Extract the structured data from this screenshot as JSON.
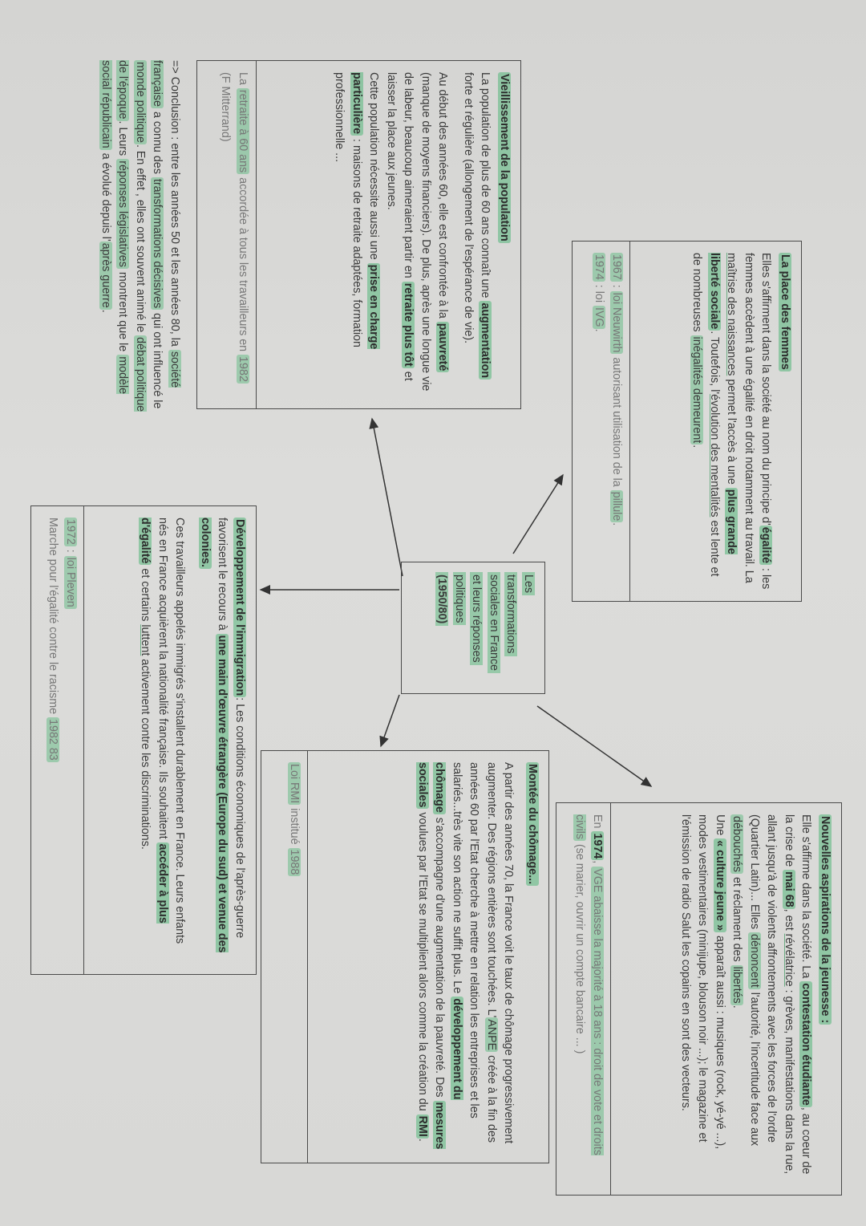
{
  "center": {
    "lines": [
      "Les",
      "transformations",
      "sociales en France",
      "et leurs réponses",
      "politiques",
      "(1950/80)"
    ]
  },
  "vieillissement": {
    "title": [
      {
        "t": "Vieillissement de la population",
        "s": "b"
      }
    ],
    "p1": [
      {
        "t": "La population de plus de 60 ans connaît une "
      },
      {
        "t": "augmentation",
        "s": "b"
      },
      {
        "t": " forte et régulière (allongement de l'espérance de vie)."
      }
    ],
    "p2": [
      {
        "t": "Au début des années 60, elle est confrontée à la "
      },
      {
        "t": "pauvreté",
        "s": "b"
      },
      {
        "t": " (manque de moyens financiers). De plus, après une longue vie de labeur, beaucoup aimeraient partir en "
      },
      {
        "t": "retraite plus tôt",
        "s": "b"
      },
      {
        "t": " et laisser la place aux jeunes."
      }
    ],
    "p3": [
      {
        "t": "Cette population nécessite aussi une "
      },
      {
        "t": "prise en charge particulière",
        "s": "b"
      },
      {
        "t": " : maisons de retraite adaptées, formation professionnelle ..."
      }
    ],
    "footer": [
      {
        "t": "La "
      },
      {
        "t": "retraite à 60 ans",
        "s": "h"
      },
      {
        "t": " accordée à tous les travailleurs en "
      },
      {
        "t": "1982",
        "s": "h"
      },
      {
        "t": " (F Mitterrand)"
      }
    ]
  },
  "conclusion": [
    {
      "t": "=> Conclusion : entre les années 50 et les années 80, la "
    },
    {
      "t": "société française",
      "s": "h"
    },
    {
      "t": " a connu des "
    },
    {
      "t": "transformations décisives",
      "s": "h"
    },
    {
      "t": " qui ont influencé le "
    },
    {
      "t": "monde politique",
      "s": "h"
    },
    {
      "t": ". En effet , elles ont souvent animé le "
    },
    {
      "t": "débat politique de l'époque",
      "s": "h"
    },
    {
      "t": ". Leurs "
    },
    {
      "t": "réponses législatives",
      "s": "h"
    },
    {
      "t": " montrent que le "
    },
    {
      "t": "modèle social républicain",
      "s": "h"
    },
    {
      "t": " a évolué depuis l'"
    },
    {
      "t": "après guerre",
      "s": "h"
    },
    {
      "t": "."
    }
  ],
  "femmes": {
    "title": [
      {
        "t": "La place des femmes",
        "s": "b"
      }
    ],
    "p1": [
      {
        "t": "Elles s'affirment dans la société au nom du principe d'"
      },
      {
        "t": "égalité",
        "s": "b"
      },
      {
        "t": " : les femmes accèdent à une égalité en droit notamment au travail. La "
      },
      {
        "t": "maîtrise des naissances",
        "s": "u"
      },
      {
        "t": " permet l'accès à une "
      },
      {
        "t": "plus grande liberté sociale",
        "s": "b"
      },
      {
        "t": ". Toutefois, l'"
      },
      {
        "t": "évolution des mentalités",
        "s": "u"
      },
      {
        "t": " est lente et de nombreuses "
      },
      {
        "t": "inégalités demeurent",
        "s": "h"
      },
      {
        "t": "."
      }
    ],
    "footer1": [
      {
        "t": "1967",
        "s": "h"
      },
      {
        "t": " : "
      },
      {
        "t": "loi Neuwirth",
        "s": "h"
      },
      {
        "t": " autorisant utilisation de la "
      },
      {
        "t": "pillule",
        "s": "h"
      },
      {
        "t": "."
      }
    ],
    "footer2": [
      {
        "t": "1974",
        "s": "h"
      },
      {
        "t": " : loi "
      },
      {
        "t": "IVG",
        "s": "h"
      },
      {
        "t": "."
      }
    ]
  },
  "jeunesse": {
    "title": [
      {
        "t": "Nouvelles aspirations de la jeunesse :",
        "s": "b"
      }
    ],
    "p1": [
      {
        "t": "Elle s'affirme dans la société. La "
      },
      {
        "t": "contestation étudiante",
        "s": "b"
      },
      {
        "t": ", au coeur de la crise de "
      },
      {
        "t": "mai 68",
        "s": "b"
      },
      {
        "t": ", est "
      },
      {
        "t": "révélatrice",
        "s": "u"
      },
      {
        "t": " : grèves, manifestations dans la rue, allant jusqu'à de violents affrontements avec les forces de l'ordre (Quartier Latin)... Elles "
      },
      {
        "t": "dénoncent",
        "s": "h"
      },
      {
        "t": " l'autorité, l'incertitude face aux "
      },
      {
        "t": "débouchés",
        "s": "h"
      },
      {
        "t": " et réclament des "
      },
      {
        "t": "libertés",
        "s": "h"
      },
      {
        "t": "."
      }
    ],
    "p2": [
      {
        "t": "Une "
      },
      {
        "t": "« culture jeune »",
        "s": "b"
      },
      {
        "t": " apparaît aussi : musiques (rock, yé-yé ...), modes vestimentaires (minijupe, blouson noir ...); le magazine et l'émission de radio Salut les copains en sont des vecteurs."
      }
    ],
    "footer": [
      {
        "t": "En "
      },
      {
        "t": "1974",
        "s": "b"
      },
      {
        "t": ", "
      },
      {
        "t": "VGE abaisse la majorité à 18 ans : droit de vote et droits civils",
        "s": "h"
      },
      {
        "t": " (se marier, ouvrir un compte bancaire ... )"
      }
    ]
  },
  "chomage": {
    "title": [
      {
        "t": "Montée du chômage...",
        "s": "b"
      }
    ],
    "p1": [
      {
        "t": "A partir des années 70, la France voit le taux de chômage progressivement augmenter. Des régions entières sont touchées. L'"
      },
      {
        "t": "ANPE",
        "s": "h"
      },
      {
        "t": " créée à la fin des années 60 par l'Etat cherche à mettre en relation les entreprises et les salariés...très vite son action ne suffit plus. Le "
      },
      {
        "t": "développement du chômage",
        "s": "b"
      },
      {
        "t": " s'accompagne d'une augmentation de la pauvreté. Des "
      },
      {
        "t": "mesures sociales",
        "s": "b"
      },
      {
        "t": " voulues par l'Etat se multiplient alors comme la création du "
      },
      {
        "t": "RMI",
        "s": "b"
      },
      {
        "t": "."
      }
    ],
    "footer": [
      {
        "t": "Loi RMI",
        "s": "h"
      },
      {
        "t": " institué "
      },
      {
        "t": "1988",
        "s": "h"
      }
    ]
  },
  "immigration": {
    "p1": [
      {
        "t": "Développement de l'immigration",
        "s": "b"
      },
      {
        "t": ": Les conditions économiques de l'après-guerre favorisent le recours à "
      },
      {
        "t": "une main d'œuvre étrangère (Europe du sud) et venue des colonies.",
        "s": "b"
      }
    ],
    "p2": [
      {
        "t": "Ces travailleurs appelés immigrés s'installent durablement en France. Leurs enfants nés en France acquièrent la nationalité française. Ils souhaitent "
      },
      {
        "t": "accéder à plus d'égalité",
        "s": "b"
      },
      {
        "t": " et certains "
      },
      {
        "t": "luttent",
        "s": "u"
      },
      {
        "t": " activement contre les discriminations."
      }
    ],
    "footer1": [
      {
        "t": "1972",
        "s": "h"
      },
      {
        "t": " : "
      },
      {
        "t": "loi Pleven",
        "s": "h"
      }
    ],
    "footer2": [
      {
        "t": "Marche pour l'égalité contre le racisme "
      },
      {
        "t": "1982 83",
        "s": "h"
      }
    ]
  }
}
